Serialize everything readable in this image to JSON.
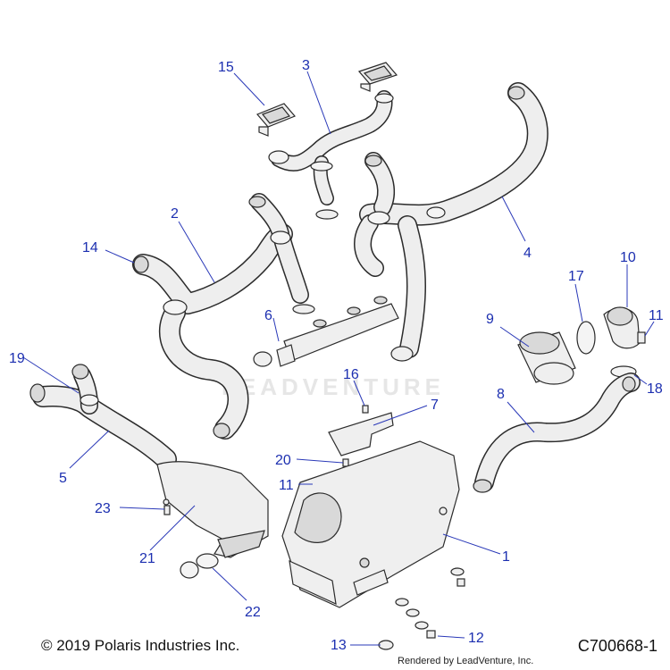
{
  "footer": {
    "copyright": "© 2019 Polaris Industries Inc.",
    "drawing_id": "C700668-1",
    "rendered_by": "Rendered by LeadVenture, Inc."
  },
  "watermark": "LEADVENTURE",
  "callouts": {
    "c1": "1",
    "c2": "2",
    "c3": "3",
    "c4": "4",
    "c5": "5",
    "c6": "6",
    "c7": "7",
    "c8": "8",
    "c9": "9",
    "c10": "10",
    "c11a": "11",
    "c11b": "11",
    "c12": "12",
    "c13": "13",
    "c14": "14",
    "c15": "15",
    "c16": "16",
    "c17": "17",
    "c18": "18",
    "c19": "19",
    "c20": "20",
    "c21": "21",
    "c22": "22",
    "c23": "23"
  }
}
